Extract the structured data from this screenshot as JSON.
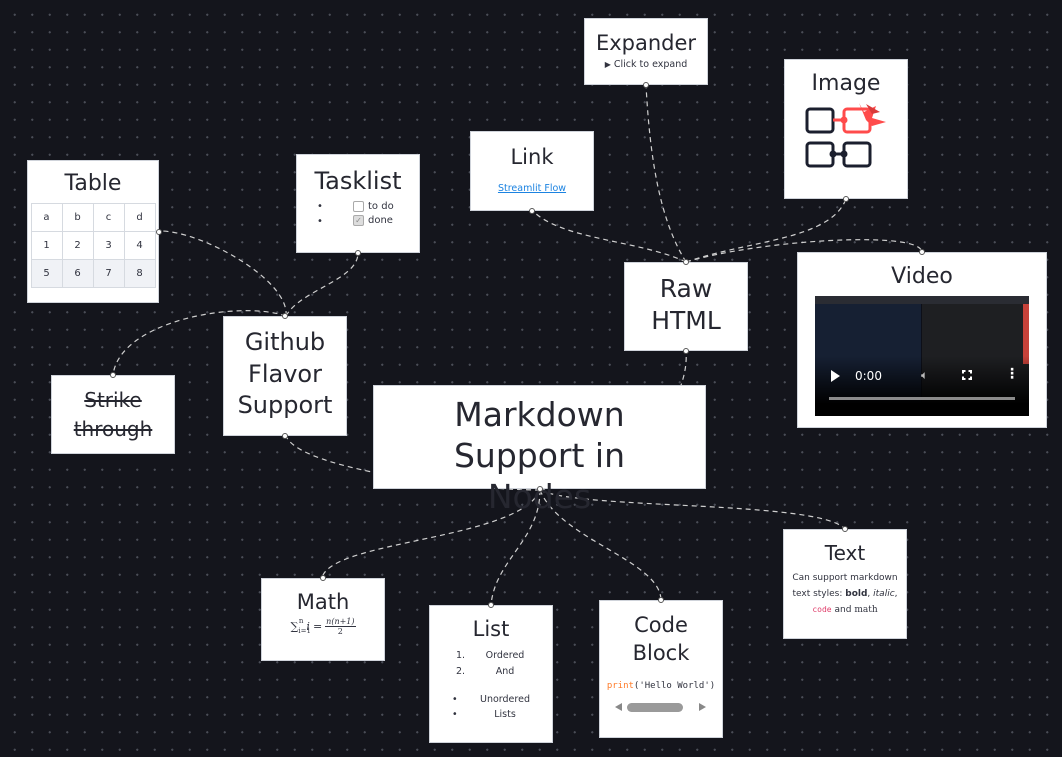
{
  "nodes": {
    "main": {
      "title": "Markdown Support in Nodes"
    },
    "github": {
      "title": "Github Flavor Support"
    },
    "strike": {
      "title": "Strike through"
    },
    "table": {
      "title": "Table",
      "rows": [
        [
          "a",
          "b",
          "c",
          "d"
        ],
        [
          "1",
          "2",
          "3",
          "4"
        ],
        [
          "5",
          "6",
          "7",
          "8"
        ]
      ]
    },
    "tasklist": {
      "title": "Tasklist",
      "items": [
        {
          "label": "to do",
          "checked": false
        },
        {
          "label": "done",
          "checked": true
        }
      ]
    },
    "raw": {
      "title": "Raw HTML"
    },
    "link": {
      "title": "Link",
      "link_text": "Streamlit Flow"
    },
    "expander": {
      "title": "Expander",
      "summary": "Click to expand"
    },
    "image": {
      "title": "Image"
    },
    "video": {
      "title": "Video",
      "time": "0:00"
    },
    "math": {
      "title": "Math"
    },
    "list": {
      "title": "List",
      "ordered": [
        "Ordered",
        "And"
      ],
      "unordered": [
        "Unordered",
        "Lists"
      ]
    },
    "code": {
      "title": "Code Block",
      "keyword": "print",
      "argument": "('Hello World')"
    },
    "text": {
      "title": "Text",
      "line1": "Can support markdown",
      "line2_prefix": "text styles: ",
      "bold": "bold",
      "italic": "italic",
      "code": "code",
      "and": "and",
      "math": "math"
    }
  },
  "colors": {
    "background": "#14151c",
    "edge": "#cfcfcf",
    "accent": "#ff4b4b",
    "link": "#1c83e1",
    "code_keyword": "#ff7b29"
  }
}
